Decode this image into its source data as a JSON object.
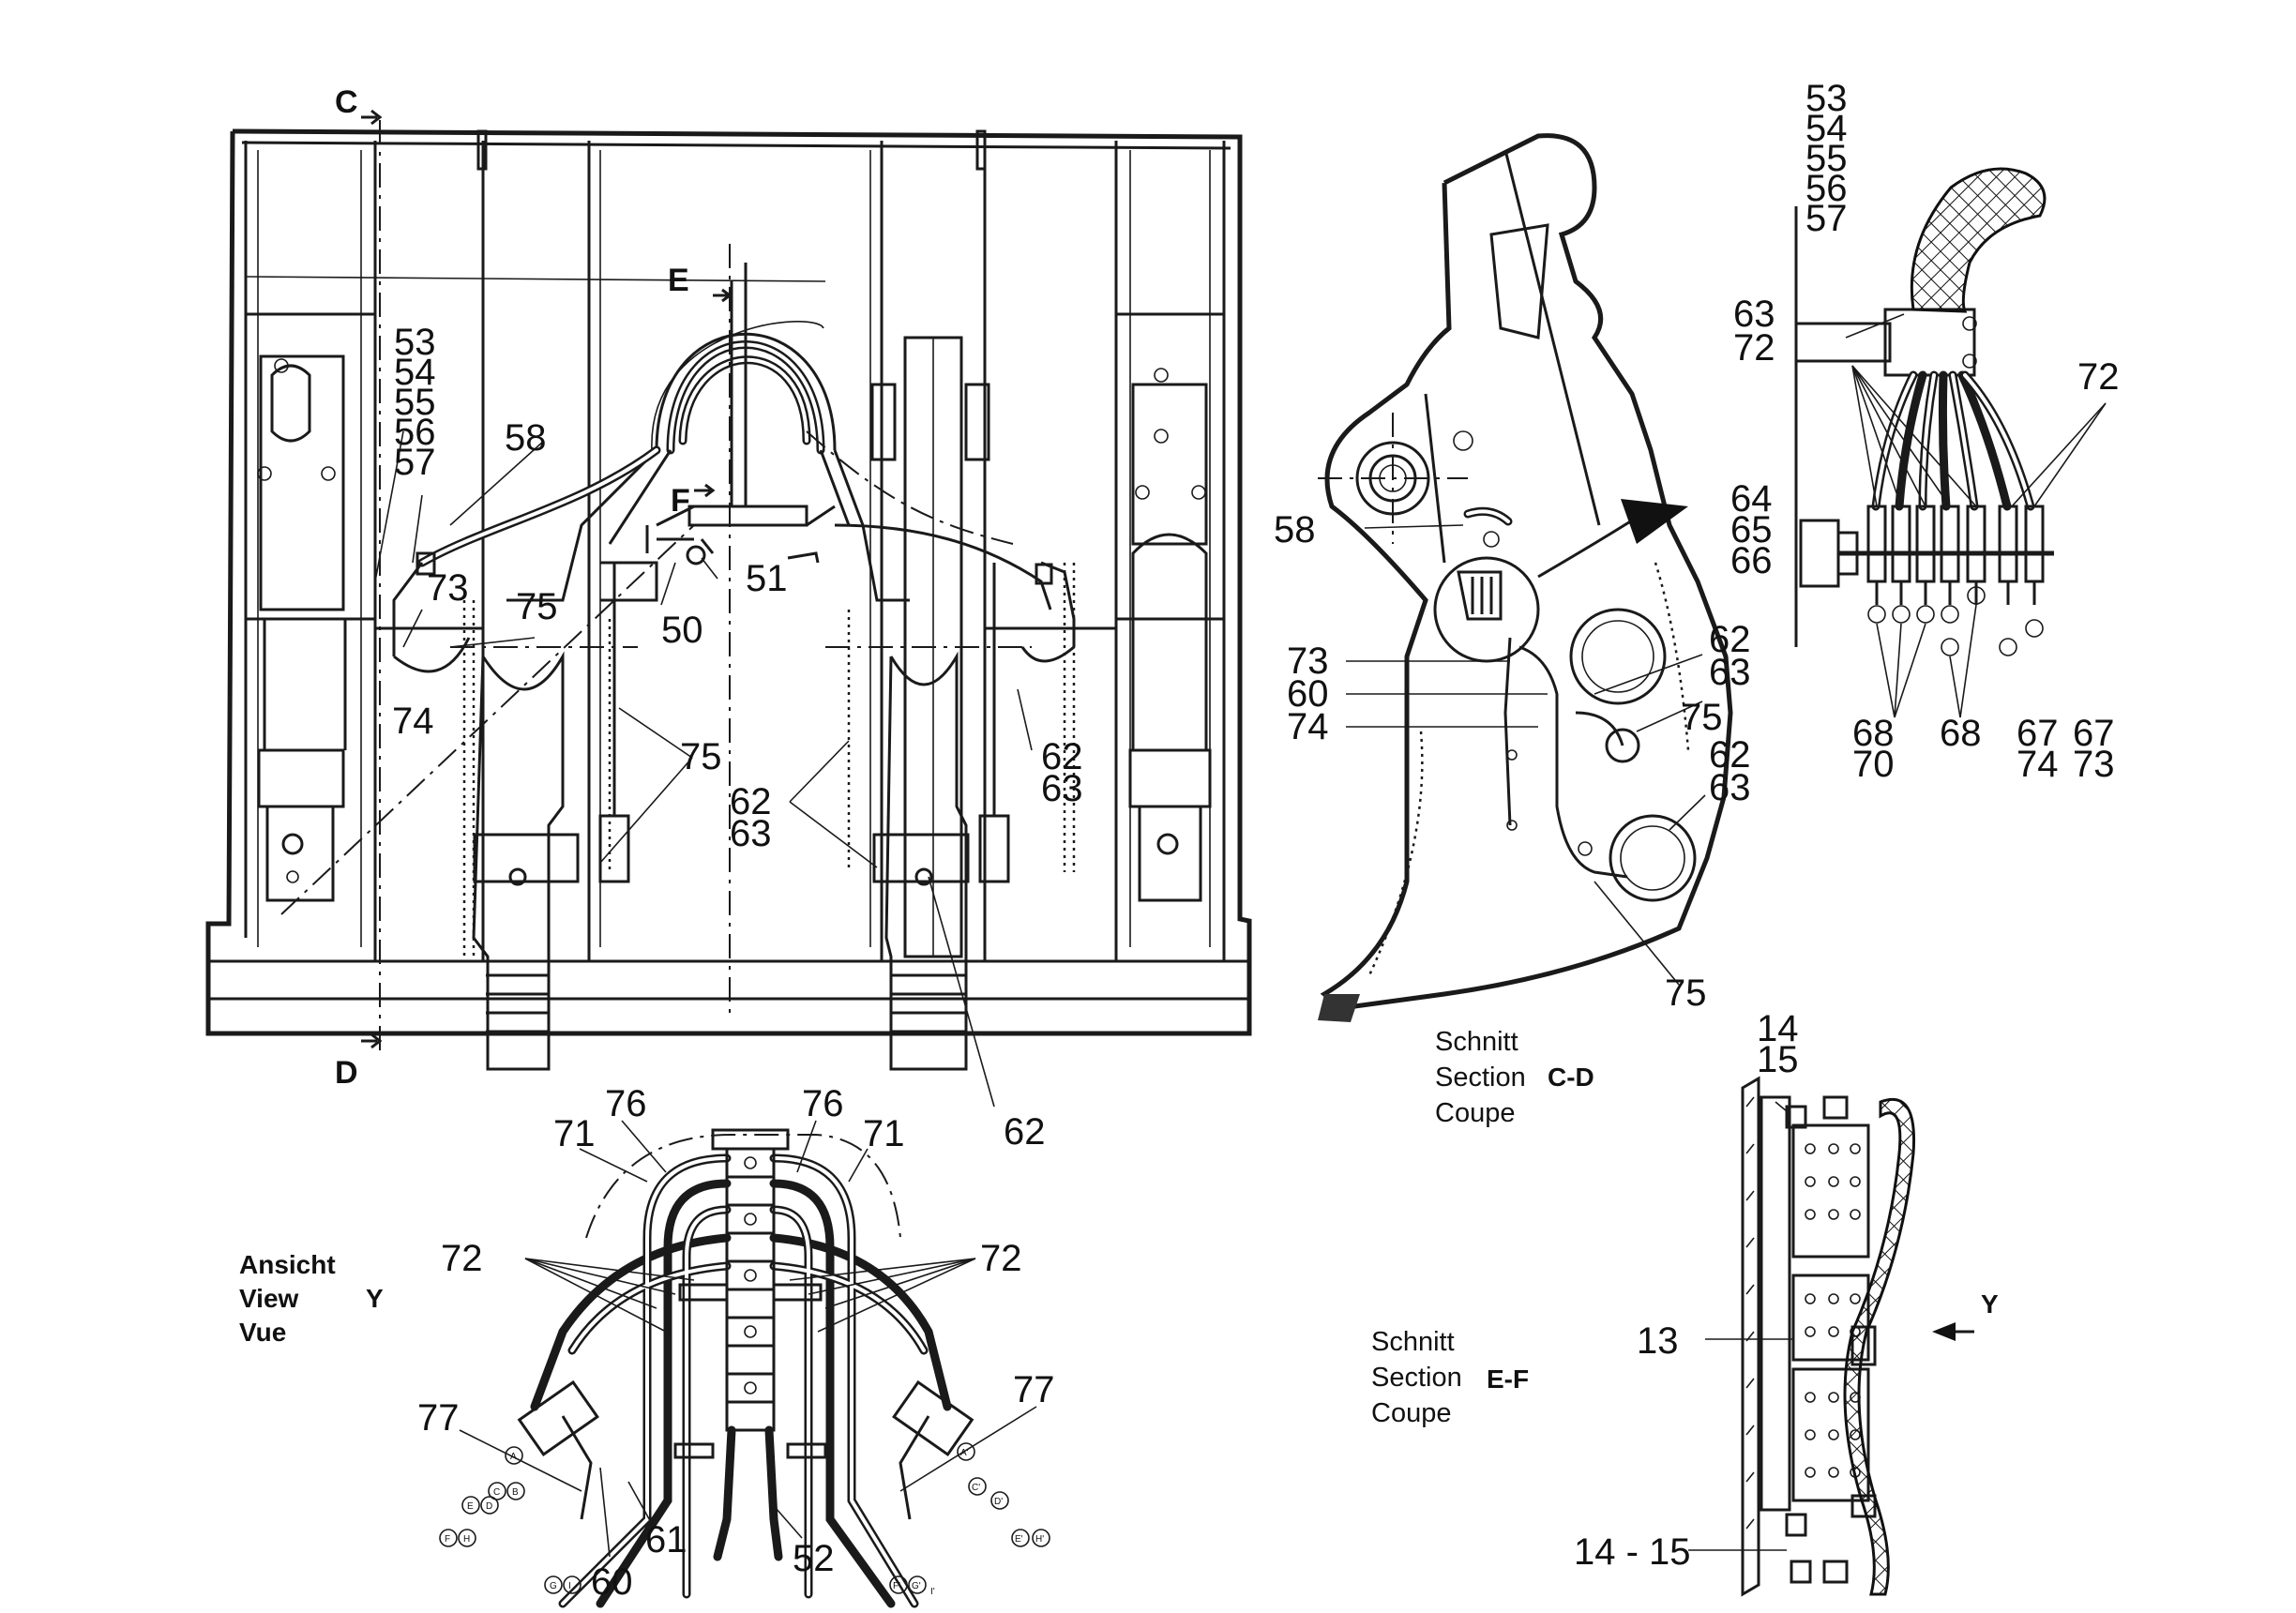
{
  "main_view": {
    "section_c": "C",
    "section_d": "D",
    "section_e": "E",
    "section_f": "F",
    "labels": {
      "l50": "50",
      "l51": "51",
      "l58": "58",
      "l53": "53",
      "l54": "54",
      "l55": "55",
      "l56": "56",
      "l57": "57",
      "l73": "73",
      "l74": "74",
      "l75a": "75",
      "l75b": "75",
      "l62a": "62",
      "l63a": "63",
      "l62b": "62",
      "l63b": "63",
      "l62c": "62"
    }
  },
  "section_cd": {
    "title_de": "Schnitt",
    "title_en": "Section",
    "title_fr": "Coupe",
    "code": "C-D",
    "labels": {
      "l58": "58",
      "l73": "73",
      "l60": "60",
      "l74": "74",
      "l62a": "62",
      "l63a": "63",
      "l75a": "75",
      "l62b": "62",
      "l63b": "63",
      "l75b": "75"
    }
  },
  "detail_valve": {
    "labels": {
      "l53": "53",
      "l54": "54",
      "l55": "55",
      "l56": "56",
      "l57": "57",
      "l63": "63",
      "l72a": "72",
      "l72b": "72",
      "l64": "64",
      "l65": "65",
      "l66": "66",
      "l68a": "68",
      "l70": "70",
      "l68b": "68",
      "l67a": "67",
      "l74": "74",
      "l67b": "67",
      "l73": "73"
    }
  },
  "view_y": {
    "title_de": "Ansicht",
    "title_en": "View",
    "title_fr": "Vue",
    "code": "Y",
    "labels": {
      "l76a": "76",
      "l76b": "76",
      "l71a": "71",
      "l71b": "71",
      "l72a": "72",
      "l72b": "72",
      "l77a": "77",
      "l77b": "77",
      "l60": "60",
      "l61": "61",
      "l52": "52"
    },
    "port_letters_left": [
      "A",
      "B",
      "C",
      "D",
      "E",
      "H",
      "F",
      "G",
      "I"
    ],
    "port_letters_right": [
      "A'",
      "C'",
      "D'",
      "E'",
      "H'",
      "F'",
      "G'",
      "I'"
    ]
  },
  "section_ef": {
    "title_de": "Schnitt",
    "title_en": "Section",
    "title_fr": "Coupe",
    "code": "E-F",
    "arrow_label": "Y",
    "labels": {
      "l14": "14",
      "l15": "15",
      "l13": "13",
      "l1415": "14 - 15"
    }
  }
}
